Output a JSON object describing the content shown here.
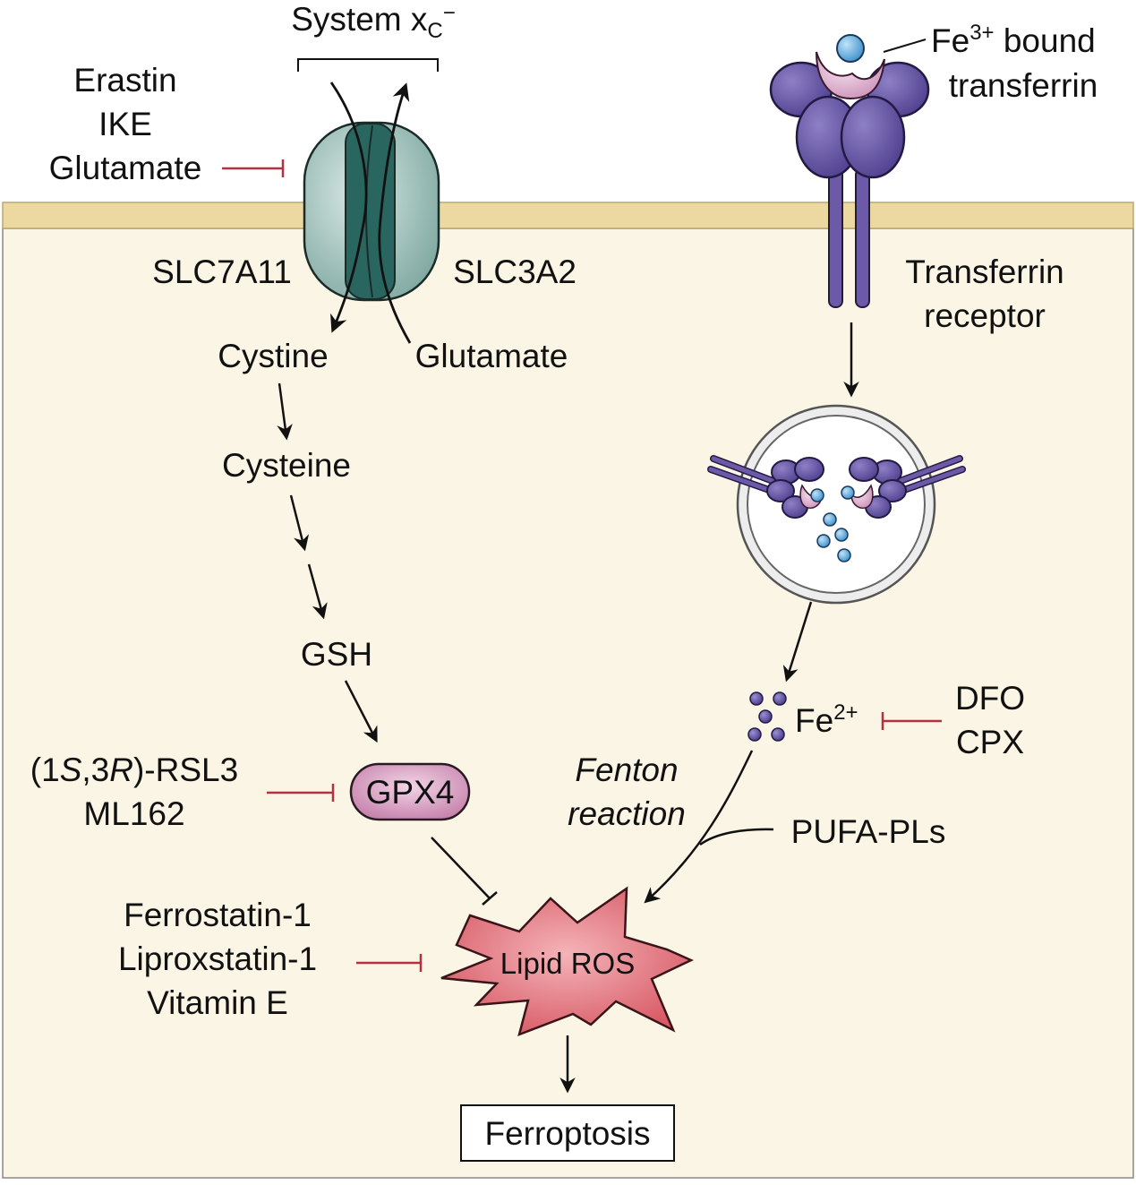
{
  "system_xc": {
    "main": "System x",
    "sub": "C",
    "sup": "−"
  },
  "inhibitors_xc": [
    "Erastin",
    "IKE",
    "Glutamate"
  ],
  "transporter_left_label": "SLC7A11",
  "transporter_right_label": "SLC3A2",
  "cystine_label": "Cystine",
  "glutamate_out_label": "Glutamate",
  "cysteine_label": "Cysteine",
  "gsh_label": "GSH",
  "gpx4_label": "GPX4",
  "gpx4_inhibitors": {
    "line1": {
      "p1": "(1",
      "s": "S",
      "p2": ",3",
      "r": "R",
      "p3": ")-RSL3"
    },
    "line2": "ML162"
  },
  "ferro_inhibitors": [
    "Ferrostatin-1",
    "Liproxstatin-1",
    "Vitamin E"
  ],
  "lipid_ros_label": "Lipid ROS",
  "ferroptosis_label": "Ferroptosis",
  "fe3_label": {
    "base": "Fe",
    "sup": "3+",
    "rest": " bound",
    "line2": "transferrin"
  },
  "receptor_label": [
    "Transferrin",
    "receptor"
  ],
  "fe2_label": {
    "base": "Fe",
    "sup": "2+"
  },
  "chelators": [
    "DFO",
    "CPX"
  ],
  "fenton_label": [
    "Fenton",
    "reaction"
  ],
  "pufa_label": "PUFA-PLs",
  "colors": {
    "cytoplasm": "#faf5e4",
    "membrane": "#ecd9a2",
    "transporter": "#7fa8a1",
    "transporter_core": "#2a6660",
    "receptor": "#6c5aa8",
    "transferrin": "#d4a1c3",
    "iron": "#5aa7dc",
    "gpx4": "#c880ab",
    "lipid_ros": "#e0707c",
    "inhibition": "#b33140"
  }
}
